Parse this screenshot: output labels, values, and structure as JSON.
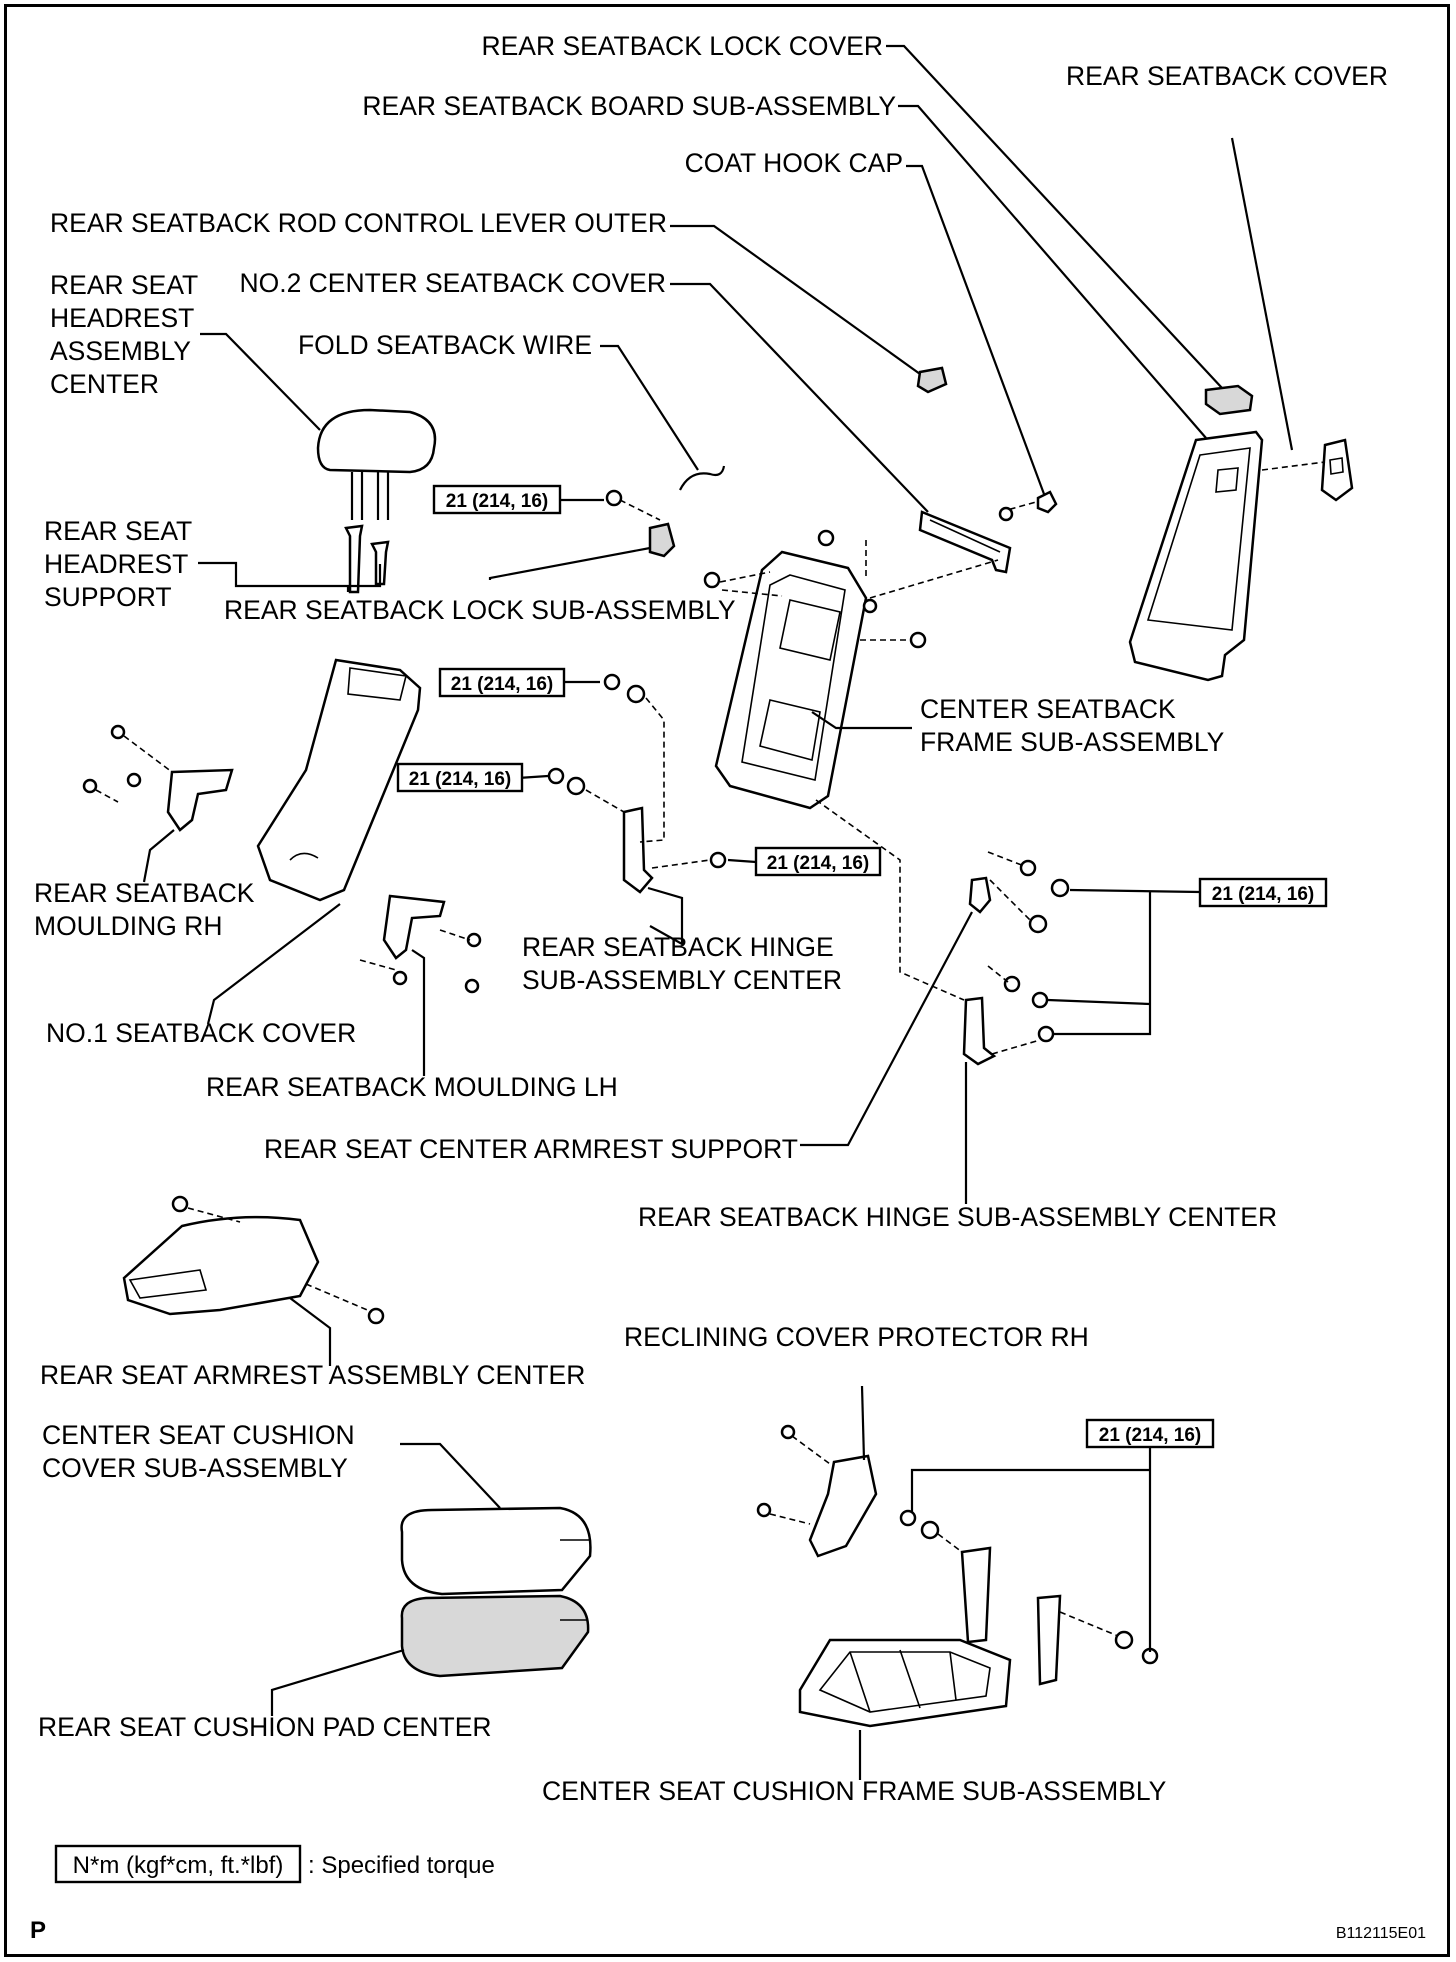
{
  "labels": {
    "lock_cover": "REAR SEATBACK LOCK COVER",
    "board_sub": "REAR SEATBACK BOARD SUB-ASSEMBLY",
    "seatback_cover": "REAR SEATBACK COVER",
    "coat_hook_cap": "COAT HOOK CAP",
    "rod_lever": "REAR SEATBACK ROD CONTROL LEVER OUTER",
    "headrest_center": [
      "REAR SEAT",
      "HEADREST",
      "ASSEMBLY",
      "CENTER"
    ],
    "no2_cover": "NO.2 CENTER SEATBACK COVER",
    "fold_wire": "FOLD SEATBACK WIRE",
    "headrest_support": [
      "REAR SEAT",
      "HEADREST",
      "SUPPORT"
    ],
    "lock_sub": "REAR SEATBACK LOCK SUB-ASSEMBLY",
    "frame_sub": [
      "CENTER SEATBACK",
      "FRAME SUB-ASSEMBLY"
    ],
    "moulding_rh": [
      "REAR SEATBACK",
      "MOULDING RH"
    ],
    "hinge_center_1": [
      "REAR SEATBACK HINGE",
      "SUB-ASSEMBLY CENTER"
    ],
    "no1_cover": "NO.1 SEATBACK COVER",
    "moulding_lh": "REAR SEATBACK MOULDING LH",
    "armrest_support": "REAR SEAT CENTER ARMREST SUPPORT",
    "hinge_center_2": "REAR SEATBACK HINGE SUB-ASSEMBLY CENTER",
    "armrest_center": "REAR SEAT ARMREST ASSEMBLY CENTER",
    "reclining_protector": "RECLINING COVER PROTECTOR RH",
    "cushion_cover": [
      "CENTER SEAT CUSHION",
      "COVER SUB-ASSEMBLY"
    ],
    "cushion_pad": "REAR SEAT CUSHION PAD CENTER",
    "cushion_frame": "CENTER SEAT CUSHION FRAME SUB-ASSEMBLY"
  },
  "torque": {
    "spec": "21 (214, 16)"
  },
  "legend": {
    "unit_box": "N*m (kgf*cm, ft.*lbf)",
    "description": ": Specified torque"
  },
  "footer": {
    "letter": "P",
    "code": "B112115E01"
  }
}
